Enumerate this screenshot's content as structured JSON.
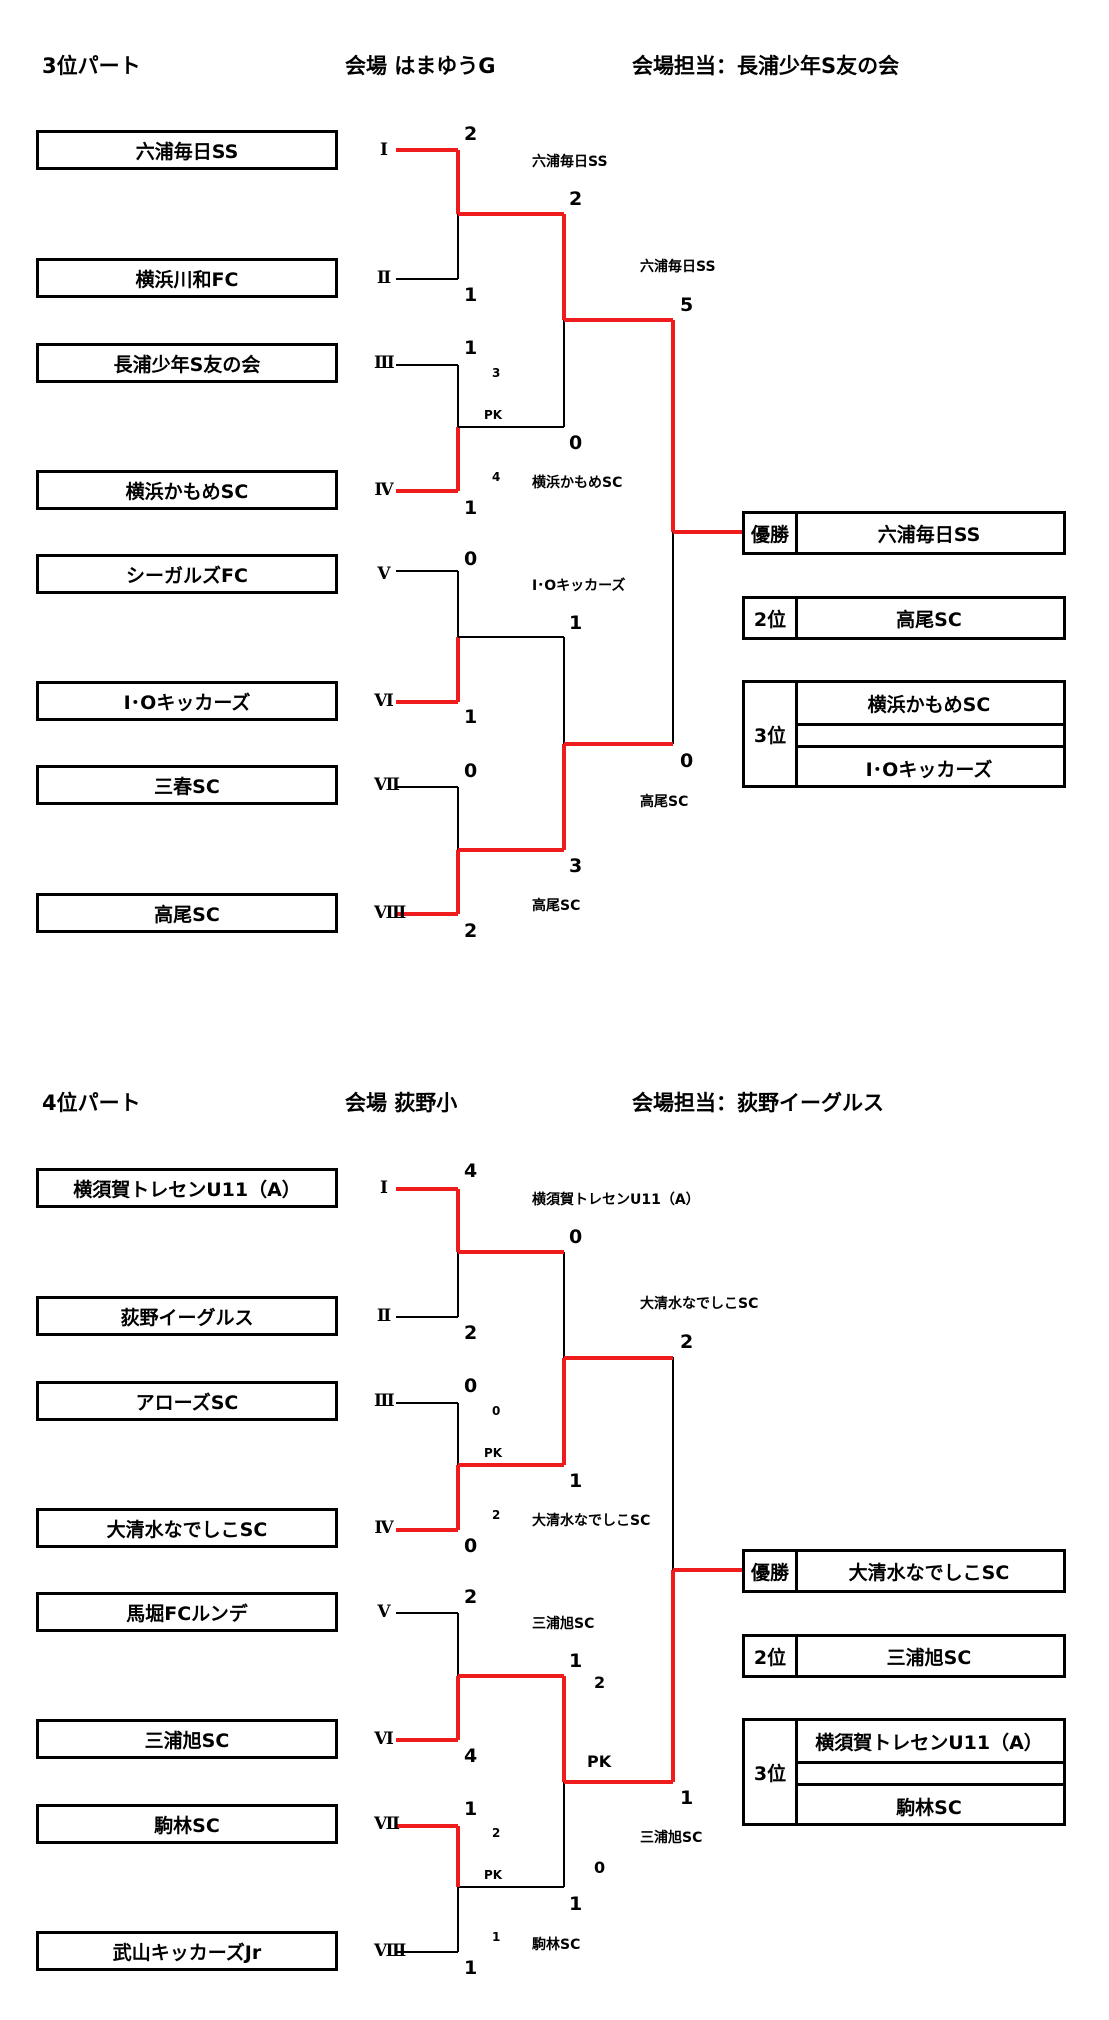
{
  "colors": {
    "winner_line": "#ee1c1c",
    "line": "#000000"
  },
  "brackets": [
    {
      "part": "3位パート",
      "venue": "会場 はまゆうG",
      "manager": "会場担当：長浦少年S友の会",
      "teams": [
        {
          "roman": "Ⅰ",
          "name": "六浦毎日SS",
          "score": "2"
        },
        {
          "roman": "Ⅱ",
          "name": "横浜川和FC",
          "score": "1"
        },
        {
          "roman": "Ⅲ",
          "name": "長浦少年S友の会",
          "score": "1",
          "pk": "3"
        },
        {
          "roman": "Ⅳ",
          "name": "横浜かもめSC",
          "score": "1",
          "pk": "4"
        },
        {
          "roman": "Ⅴ",
          "name": "シーガルズFC",
          "score": "0"
        },
        {
          "roman": "Ⅵ",
          "name": "I･Oキッカーズ",
          "score": "1"
        },
        {
          "roman": "Ⅶ",
          "name": "三春SC",
          "score": "0"
        },
        {
          "roman": "Ⅷ",
          "name": "高尾SC",
          "score": "2"
        }
      ],
      "round1_pk_labels": [
        {
          "match": 1,
          "text": "PK"
        }
      ],
      "round1_winners": [
        "六浦毎日SS",
        "横浜かもめSC",
        "I･Oキッカーズ",
        "高尾SC"
      ],
      "round2_scores": [
        "2",
        "0",
        "1",
        "3"
      ],
      "round2_pk": [],
      "semi_winners": [
        "六浦毎日SS",
        "高尾SC"
      ],
      "final_scores": [
        "5",
        "0"
      ],
      "final_winner_label": "六浦毎日SS",
      "final_loser_label": "高尾SC",
      "results": {
        "first_label": "優勝",
        "first": "六浦毎日SS",
        "second_label": "2位",
        "second": "高尾SC",
        "third_label": "3位",
        "third": [
          "横浜かもめSC",
          "I･Oキッカーズ"
        ]
      }
    },
    {
      "part": "4位パート",
      "venue": "会場 荻野小",
      "manager": "会場担当：荻野イーグルス",
      "teams": [
        {
          "roman": "Ⅰ",
          "name": "横須賀トレセンU11（A）",
          "score": "4"
        },
        {
          "roman": "Ⅱ",
          "name": "荻野イーグルス",
          "score": "2"
        },
        {
          "roman": "Ⅲ",
          "name": "アローズSC",
          "score": "0",
          "pk": "0"
        },
        {
          "roman": "Ⅳ",
          "name": "大清水なでしこSC",
          "score": "0",
          "pk": "2"
        },
        {
          "roman": "Ⅴ",
          "name": "馬堀FCルンデ",
          "score": "2"
        },
        {
          "roman": "Ⅵ",
          "name": "三浦旭SC",
          "score": "4"
        },
        {
          "roman": "Ⅶ",
          "name": "駒林SC",
          "score": "1",
          "pk": "2"
        },
        {
          "roman": "Ⅷ",
          "name": "武山キッカーズJr",
          "score": "1",
          "pk": "1"
        }
      ],
      "round1_pk_labels": [
        {
          "match": 1,
          "text": "PK"
        },
        {
          "match": 3,
          "text": "PK"
        }
      ],
      "round1_winners": [
        "横須賀トレセンU11（A）",
        "大清水なでしこSC",
        "三浦旭SC",
        "駒林SC"
      ],
      "round2_scores": [
        "0",
        "1",
        "1",
        "1"
      ],
      "round2_pk": [
        {
          "match": 1,
          "text": "PK",
          "top": "2",
          "bottom": "0"
        }
      ],
      "semi_winners": [
        "大清水なでしこSC",
        "三浦旭SC"
      ],
      "final_scores": [
        "2",
        "1"
      ],
      "final_winner_label": "大清水なでしこSC",
      "final_loser_label": "三浦旭SC",
      "results": {
        "first_label": "優勝",
        "first": "大清水なでしこSC",
        "second_label": "2位",
        "second": "三浦旭SC",
        "third_label": "3位",
        "third": [
          "横須賀トレセンU11（A）",
          "駒林SC"
        ]
      }
    }
  ]
}
